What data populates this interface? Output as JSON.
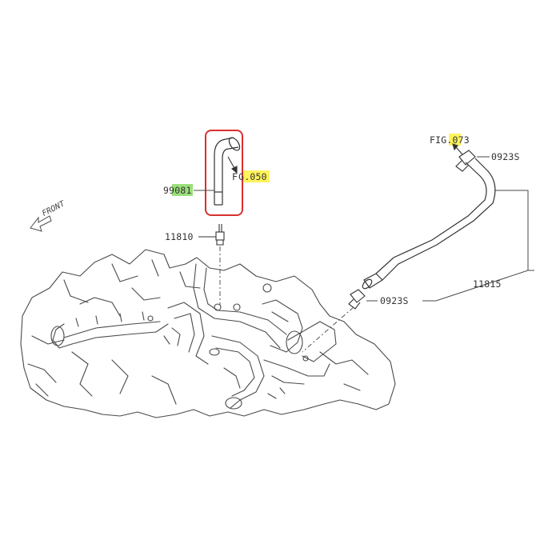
{
  "labels": {
    "front": "FRONT",
    "fig_050_prefix": "F",
    "fig_050_highlight": "G.050",
    "part_99081": "99081",
    "part_11810": "11810",
    "fig_073_prefix": "FIG.",
    "fig_073_highlight": "073",
    "bolt_0923s_top": "0923S",
    "bolt_0923s_bottom": "0923S",
    "part_11815": "11815"
  },
  "colors": {
    "highlight_yellow": "#fff35c",
    "highlight_green": "#9be07a",
    "callout_red": "#d93030",
    "line": "#4a4a4a"
  }
}
